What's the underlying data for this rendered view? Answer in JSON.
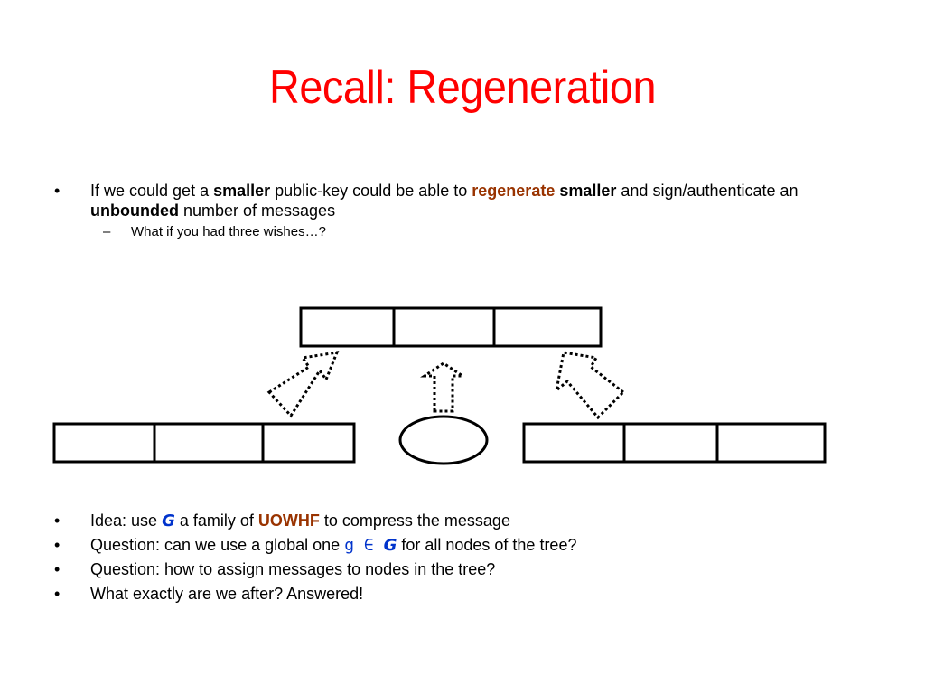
{
  "slide": {
    "title": "Recall: Regeneration",
    "bullet_symbol": "•",
    "dash_symbol": "–",
    "bullet1": {
      "t1": "If we could get a ",
      "t2": "smaller",
      "t3": " public-key could be able to ",
      "t4": "regenerate",
      "t5": " ",
      "t6": "smaller",
      "t7": " and sign/authenticate an ",
      "t8": "unbounded",
      "t9": " number of messages"
    },
    "sub1": "What if you had three wishes…?",
    "bullet2": {
      "t1": "Idea: use ",
      "t2": "G",
      "t3": " a family of ",
      "t4": "UOWHF",
      "t5": "  to compress the message"
    },
    "bullet3": {
      "t1": "Question: can we use a global one ",
      "t2": "g",
      "t3": " ∈ ",
      "t4": "G",
      "t5": "  for all nodes of the tree?"
    },
    "bullet4": "Question: how to assign messages to nodes in the tree?",
    "bullet5": "What exactly are we after? Answered!"
  },
  "colors": {
    "title": "#ff0000",
    "emphasis": "#993300",
    "math": "#0033cc",
    "lines": "#000000"
  }
}
